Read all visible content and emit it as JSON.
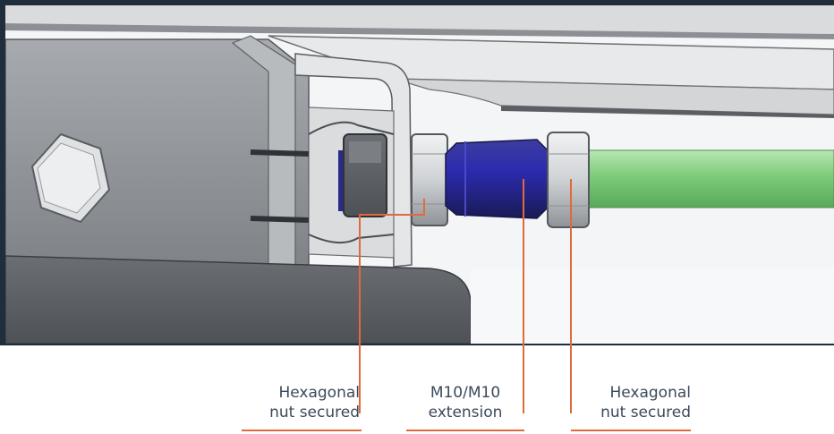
{
  "colors": {
    "leader": "#e06a3c",
    "frame": "#1f2d3d",
    "tube": "#8fd08f",
    "extension": "#2a2a8a",
    "metal": "#c9ccd0",
    "dark_metal": "#5d6166"
  },
  "labels": {
    "left": {
      "line1": "Hexagonal",
      "line2": "nut secured"
    },
    "middle": {
      "line1": "M10/M10",
      "line2": "extension"
    },
    "right": {
      "line1": "Hexagonal",
      "line2": "nut secured"
    }
  }
}
